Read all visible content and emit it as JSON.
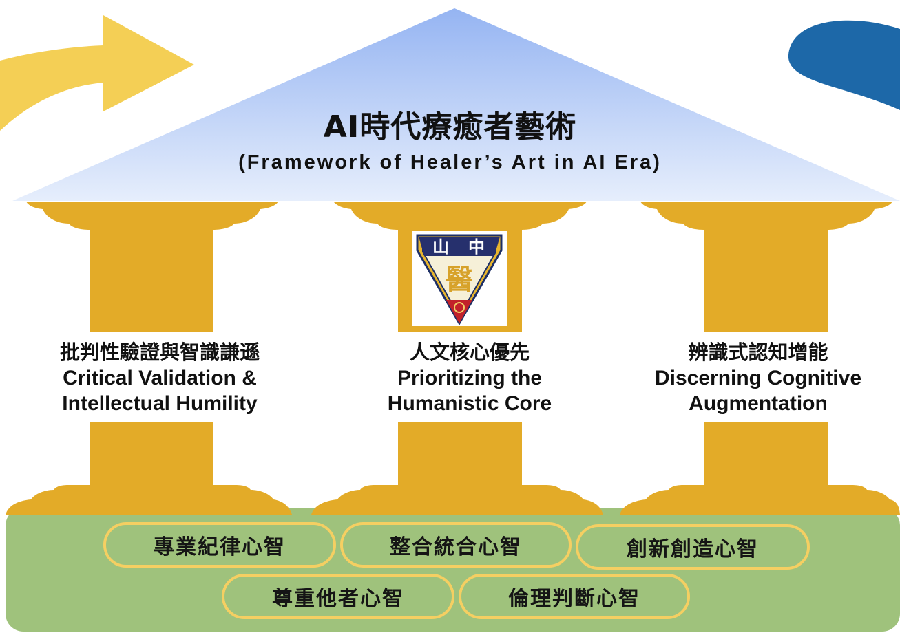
{
  "roof": {
    "title": "AI時代療癒者藝術",
    "subtitle": "(Framework of Healer’s Art in AI Era)"
  },
  "pillars": [
    {
      "zh": "批判性驗證與智識謙遜",
      "en_line1": "Critical Validation &",
      "en_line2": "Intellectual Humility"
    },
    {
      "zh": "人文核心優先",
      "en_line1": "Prioritizing the",
      "en_line2": "Humanistic Core"
    },
    {
      "zh": "辨識式認知增能",
      "en_line1": "Discerning Cognitive",
      "en_line2": "Augmentation"
    }
  ],
  "logo": {
    "top_left": "山",
    "top_right": "中",
    "center": "醫"
  },
  "foundation": {
    "row1": [
      "專業紀律心智",
      "整合統合心智",
      "創新創造心智"
    ],
    "row2": [
      "尊重他者心智",
      "倫理判斷心智"
    ]
  },
  "colors": {
    "pillar": "#e3ab28",
    "roof_top": "#98b6f2",
    "roof_bottom": "#e3ebfc",
    "base": "#9fc27c",
    "pill_border": "#f5cf62",
    "arrow_left": "#f4cf55",
    "arrow_right": "#1d68a8"
  }
}
